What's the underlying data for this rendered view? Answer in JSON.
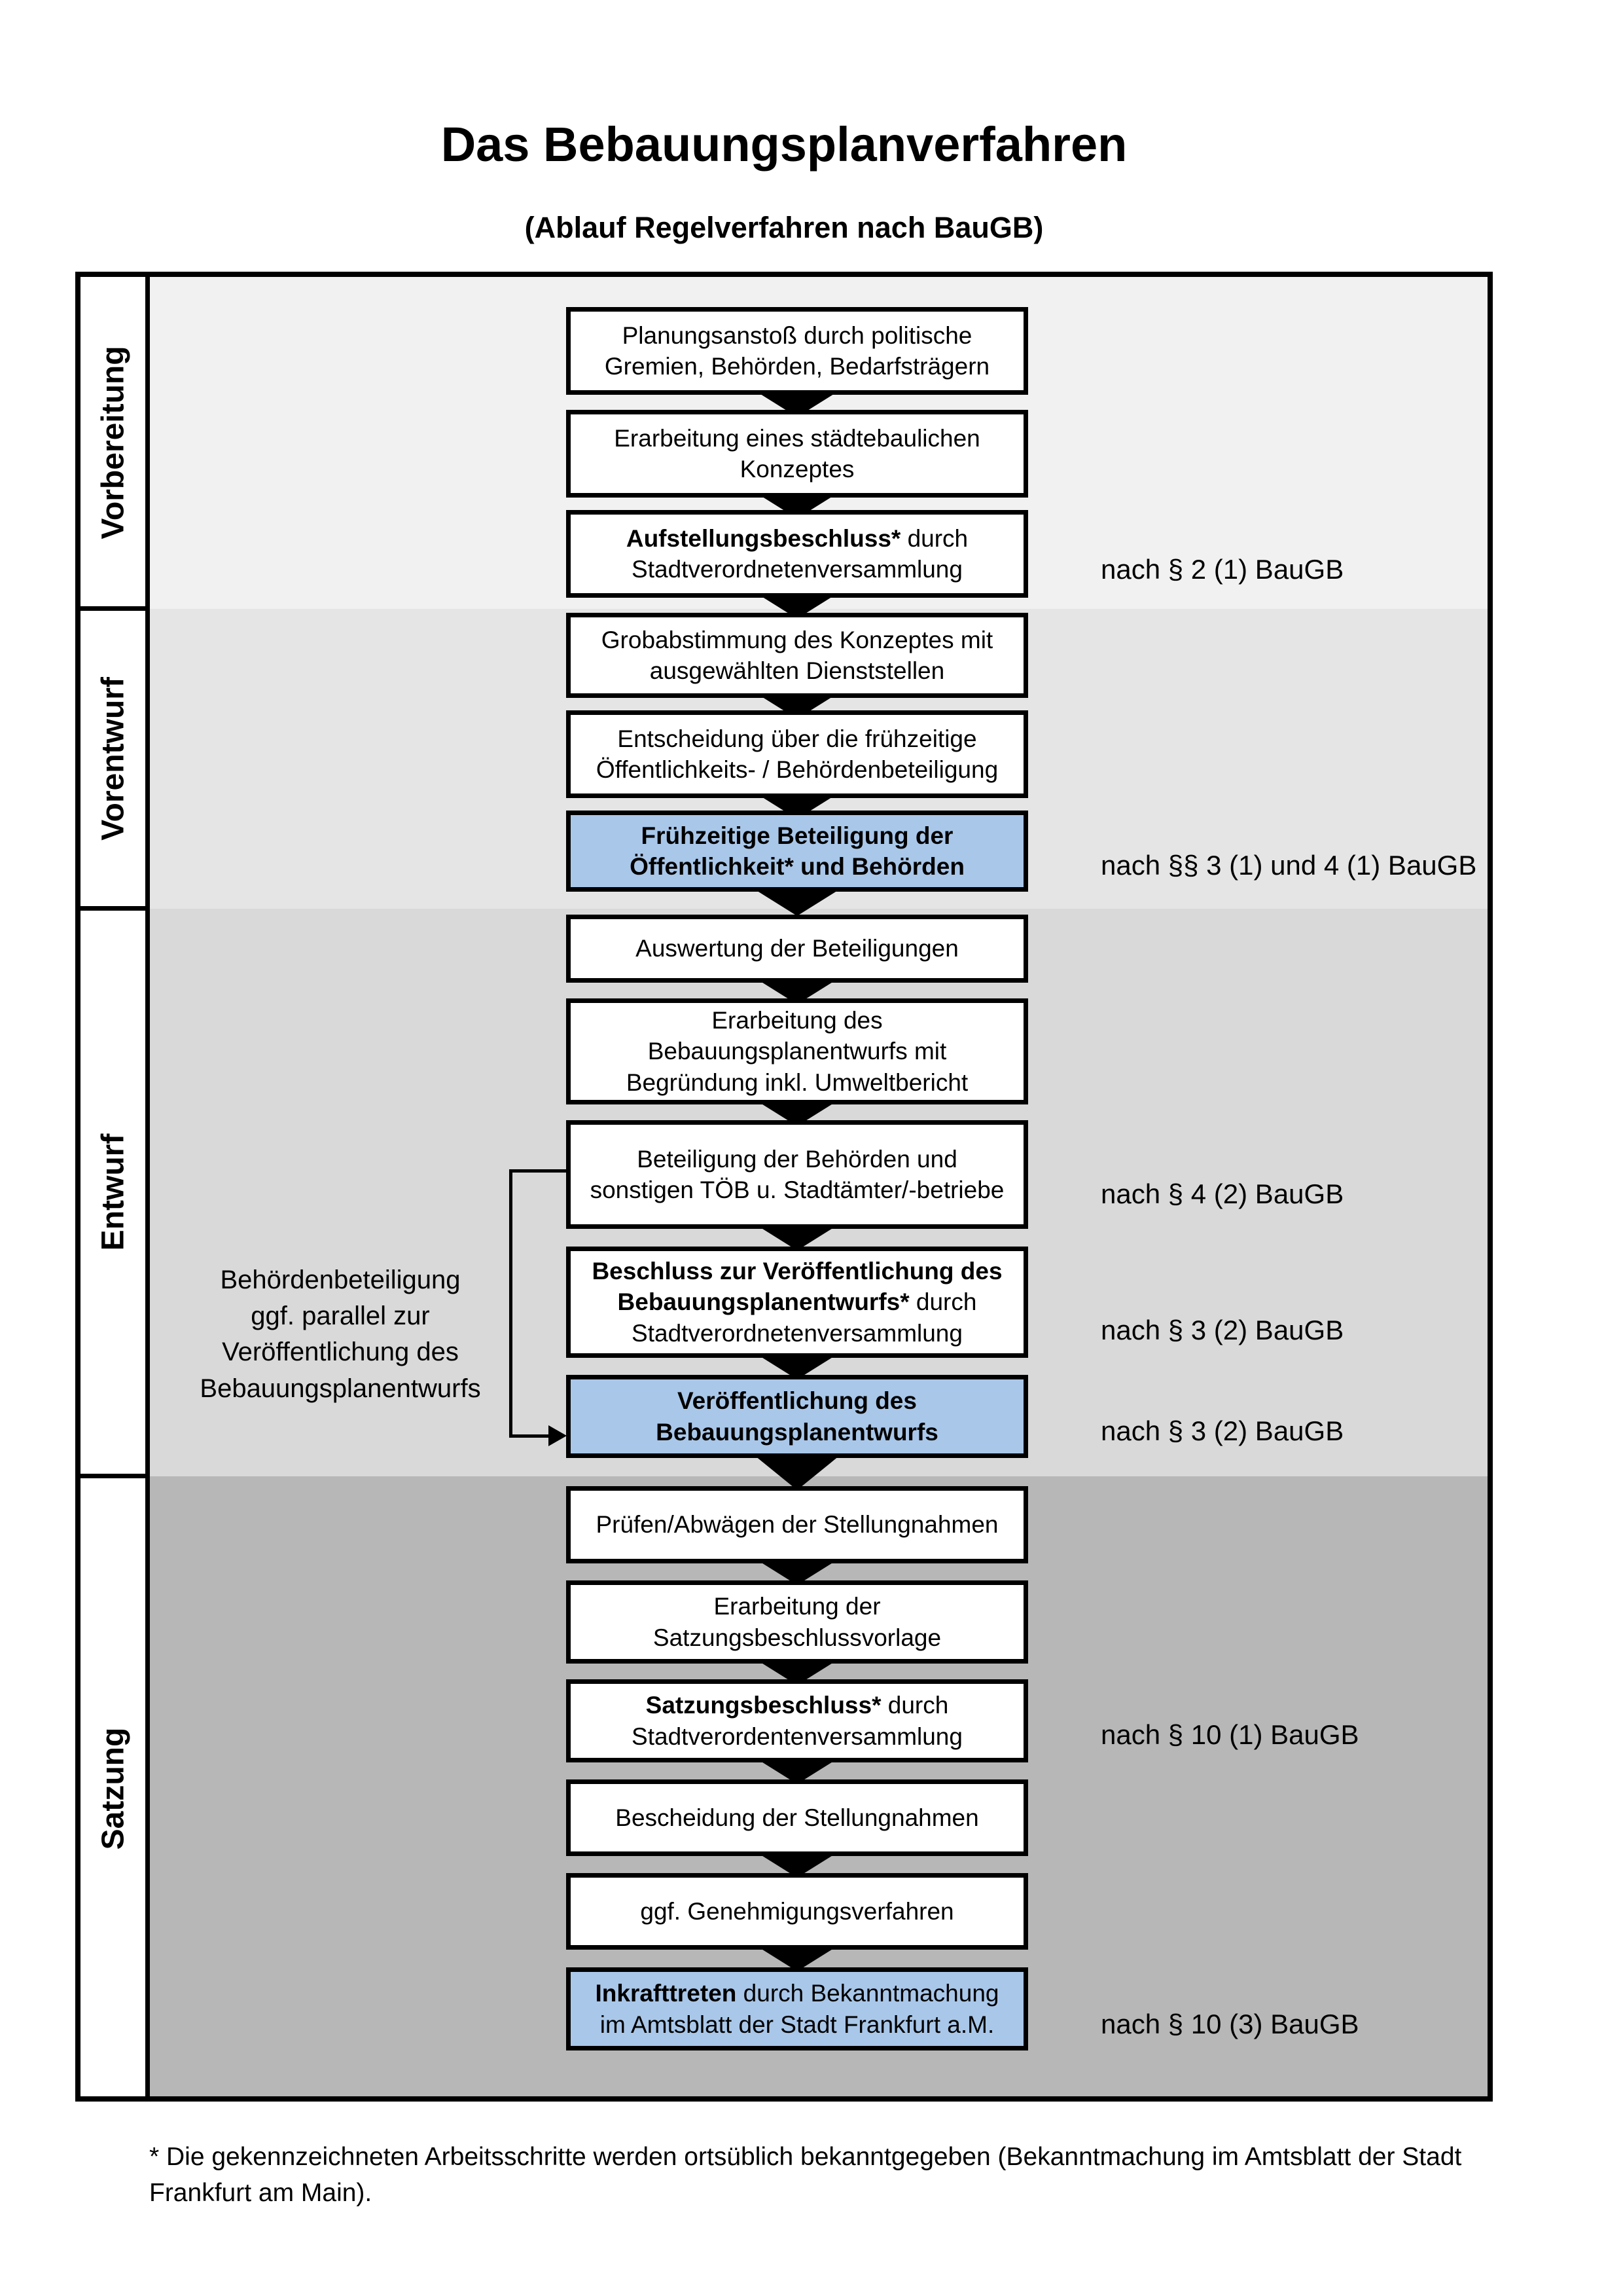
{
  "title": "Das Bebauungsplanverfahren",
  "subtitle": "(Ablauf Regelverfahren nach BauGB)",
  "colors": {
    "highlight_box": "#a9c7e9",
    "band_vorbereitung": "#f1f1f1",
    "band_vorentwurf": "#e5e5e5",
    "band_entwurf": "#d9d9d9",
    "band_satzung": "#b7b7b7",
    "box_border": "#000000"
  },
  "phases": [
    {
      "label": "Vorbereitung",
      "steps": [
        {
          "bold": "",
          "text": "Planungsanstoß durch politische\nGremien, Behörden, Bedarfsträgern",
          "annotation": ""
        },
        {
          "bold": "",
          "text": "Erarbeitung eines städtebaulichen\nKonzeptes",
          "annotation": ""
        },
        {
          "bold": "Aufstellungsbeschluss*",
          "text": " durch\nStadtverordnetenversammlung",
          "annotation": "nach § 2 (1) BauGB"
        }
      ]
    },
    {
      "label": "Vorentwurf",
      "steps": [
        {
          "bold": "",
          "text": "Grobabstimmung des Konzeptes mit\nausgewählten Dienststellen",
          "annotation": ""
        },
        {
          "bold": "",
          "text": "Entscheidung über die frühzeitige\nÖffentlichkeits- / Behördenbeteiligung",
          "annotation": ""
        },
        {
          "bold": "Frühzeitige Beteiligung der\nÖffentlichkeit* und Behörden",
          "text": "",
          "highlighted": true,
          "annotation": "nach §§ 3 (1) und 4 (1) BauGB"
        }
      ]
    },
    {
      "label": "Entwurf",
      "steps": [
        {
          "bold": "",
          "text": "Auswertung der Beteiligungen",
          "annotation": ""
        },
        {
          "bold": "",
          "text": "Erarbeitung des\nBebauungsplanentwurfs mit\nBegründung inkl. Umweltbericht",
          "annotation": ""
        },
        {
          "bold": "",
          "text": "Beteiligung der Behörden und\nsonstigen TÖB u. Stadtämter/-betriebe",
          "annotation": "nach § 4 (2) BauGB"
        },
        {
          "bold": "Beschluss zur Veröffentlichung des\nBebauungsplanentwurfs*",
          "text": " durch\nStadtverordnetenversammlung",
          "annotation": "nach § 3 (2) BauGB"
        },
        {
          "bold": "Veröffentlichung des\nBebauungsplanentwurfs",
          "text": "",
          "highlighted": true,
          "annotation": "nach § 3 (2) BauGB"
        }
      ],
      "side_note": "Behördenbeteiligung\nggf. parallel zur\nVeröffentlichung des\nBebauungsplanentwurfs"
    },
    {
      "label": "Satzung",
      "steps": [
        {
          "bold": "",
          "text": "Prüfen/Abwägen der Stellungnahmen",
          "annotation": ""
        },
        {
          "bold": "",
          "text": "Erarbeitung der\nSatzungsbeschlussvorlage",
          "annotation": ""
        },
        {
          "bold": "Satzungsbeschluss*",
          "text": " durch\nStadtverordentenversammlung",
          "annotation": "nach § 10 (1) BauGB"
        },
        {
          "bold": "",
          "text": "Bescheidung der Stellungnahmen",
          "annotation": ""
        },
        {
          "bold": "",
          "text": "ggf. Genehmigungsverfahren",
          "annotation": ""
        },
        {
          "bold": "Inkrafttreten",
          "text": " durch Bekanntmachung\nim Amtsblatt der Stadt Frankfurt a.M.",
          "highlighted": true,
          "annotation": "nach § 10 (3) BauGB"
        }
      ]
    }
  ],
  "footnote": "* Die gekennzeichneten Arbeitsschritte werden ortsüblich bekanntgegeben (Bekanntmachung im Amtsblatt der Stadt\nFrankfurt am Main)."
}
